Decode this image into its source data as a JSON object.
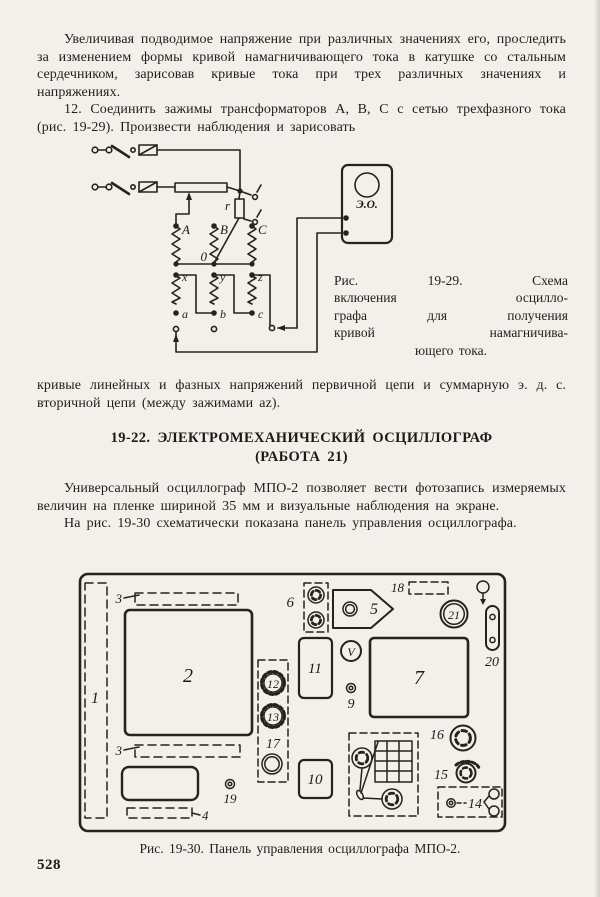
{
  "page": {
    "number": "528"
  },
  "text": {
    "p1": "Увеличивая подводимое напряжение при различных значениях его, проследить за изменением формы кривой намагничивающего тока в катушке со стальным сердечником, зарисовав кривые тока при трех различных значениях и напряжениях.",
    "p2": "12. Соединить зажимы трансформаторов А, В, С с сетью трехфазного тока (рис. 19-29). Произвести наблюдения и зарисовать",
    "p3": "кривые линейных и фазных напряжений первичной цепи и суммарную э. д. с. вторичной цепи (между зажимами az).",
    "heading1": "19-22. ЭЛЕКТРОМЕХАНИЧЕСКИЙ ОСЦИЛЛОГРАФ",
    "heading2": "(РАБОТА 21)",
    "p4": "Универсальный осциллограф МПО-2 позволяет вести фотозапись измеряемых величин на пленке шириной 35 мм и визуальные наблюдения на экране.",
    "p5": "На рис. 19-30 схематически показана панель управления осциллографа."
  },
  "fig1929": {
    "caption": [
      "Рис. 19-29. Схема",
      "включения осцилло-",
      "графа для получения",
      "кривой намагничива-",
      "ющего тока."
    ],
    "labels": {
      "eo": "Э.О.",
      "r": "r",
      "A": "А",
      "B": "В",
      "C": "С",
      "O": "0",
      "x": "x",
      "y": "y",
      "z": "z",
      "a": "a",
      "b": "b",
      "c": "c"
    }
  },
  "fig1930": {
    "caption": "Рис. 19-30. Панель управления осциллографа МПО-2.",
    "labels": {
      "n1": "1",
      "n2": "2",
      "n3a": "3",
      "n3b": "3",
      "n4": "4",
      "n5": "5",
      "n6": "6",
      "n7": "7",
      "n9": "9",
      "n10": "10",
      "n11": "11",
      "n12": "12",
      "n13": "13",
      "n14": "14",
      "n15": "15",
      "n16": "16",
      "n17": "17",
      "n18": "18",
      "n19": "19",
      "n20": "20",
      "n21": "21",
      "v": "V"
    }
  }
}
